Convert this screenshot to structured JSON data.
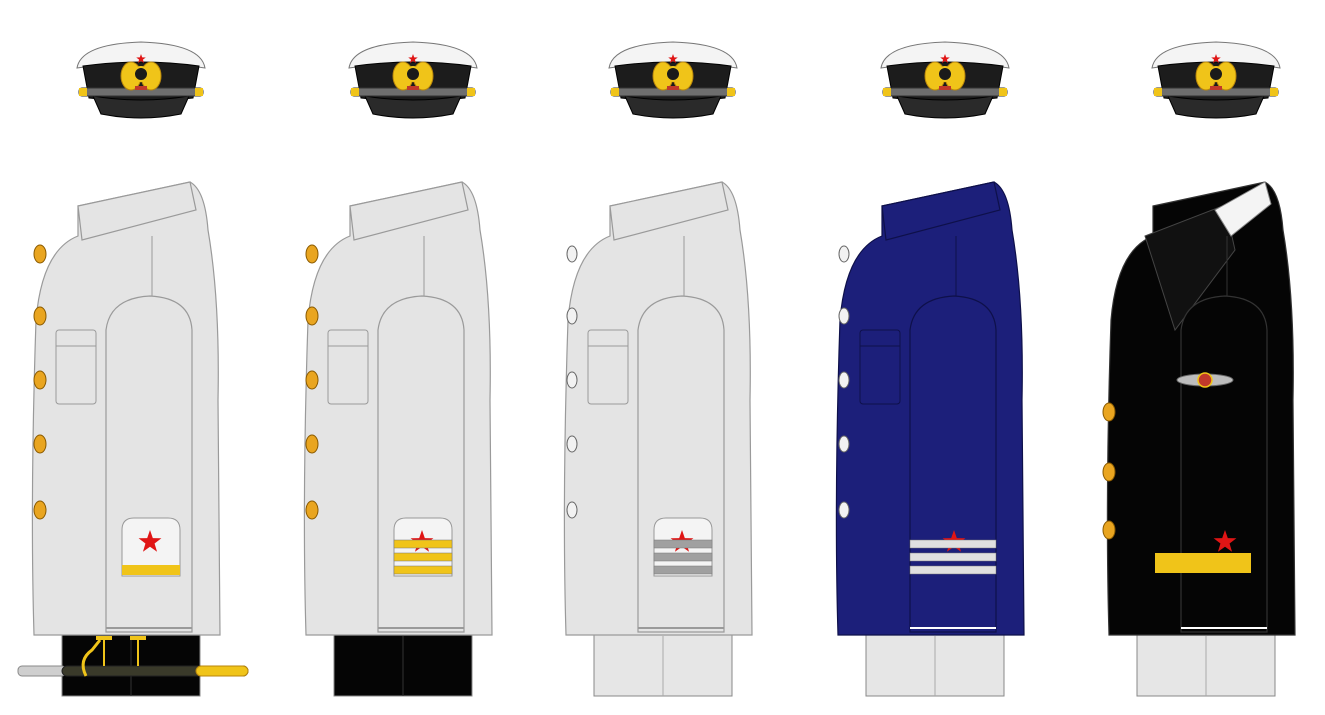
{
  "colors": {
    "background": "#ffffff",
    "white_uniform": "#e4e4e4",
    "white_uniform_alt": "#e8e8e8",
    "blue_uniform": "#1c1f7a",
    "black_uniform": "#050505",
    "gold": "#f0c419",
    "gold_dark": "#b8860b",
    "silver": "#d0d0d0",
    "star_red": "#e01515",
    "cap_band": "#1c1c1c",
    "cap_top": "#f4f4f4",
    "trouser_black": "#050505",
    "trouser_light": "#e6e6e6"
  },
  "figures": [
    {
      "id": "uniform-1",
      "jacket": "white",
      "buttons": "gold",
      "trousers": "black",
      "has_sword": true,
      "cuff_stripes": 1,
      "stripe_color": "gold"
    },
    {
      "id": "uniform-2",
      "jacket": "white",
      "buttons": "gold",
      "trousers": "black",
      "has_sword": false,
      "cuff_stripes": 3,
      "stripe_color": "gold"
    },
    {
      "id": "uniform-3",
      "jacket": "white",
      "buttons": "silver",
      "trousers": "light",
      "has_sword": false,
      "cuff_stripes": 3,
      "stripe_color": "grey"
    },
    {
      "id": "uniform-4",
      "jacket": "blue",
      "buttons": "silver",
      "trousers": "light",
      "has_sword": false,
      "cuff_stripes": 3,
      "stripe_color": "silver"
    },
    {
      "id": "uniform-5",
      "jacket": "black",
      "buttons": "gold",
      "trousers": "light",
      "has_sword": false,
      "cuff_stripes": 1,
      "stripe_color": "gold",
      "sleeve_insignia": "winged-emblem"
    }
  ]
}
